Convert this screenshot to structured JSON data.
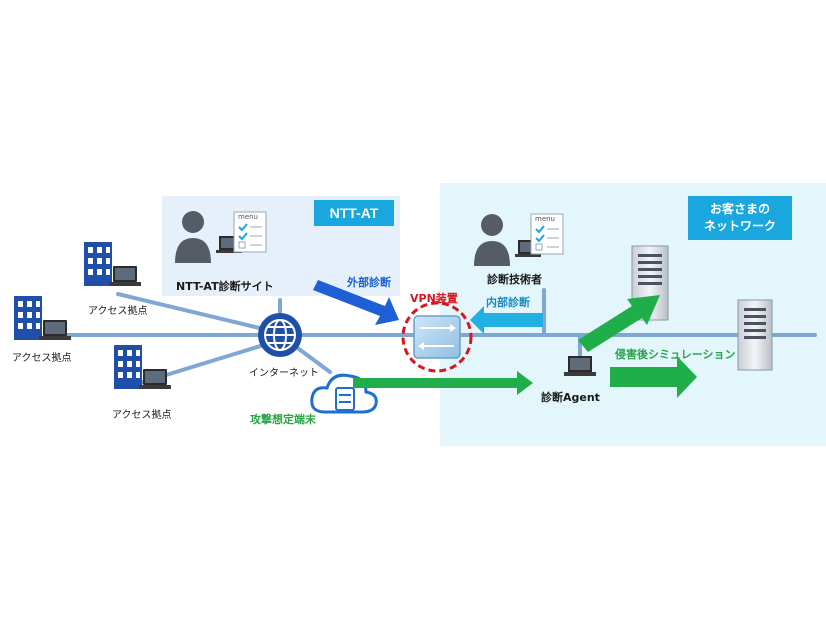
{
  "ntt_panel": {
    "badge": "NTT-AT",
    "site_label": "NTT-AT診断サイト",
    "menu_text": "menu"
  },
  "customer_panel": {
    "badge_line1": "お客さまの",
    "badge_line2": "ネットワーク"
  },
  "nodes": {
    "access_site_1": "アクセス拠点",
    "access_site_2": "アクセス拠点",
    "access_site_3": "アクセス拠点",
    "internet": "インターネット",
    "attack_terminal": "攻撃想定端末",
    "vpn": "VPN装置",
    "engineer": "診断技術者",
    "agent": "診断Agent",
    "engineer_menu_text": "menu"
  },
  "arrows": {
    "external": "外部診断",
    "internal": "内部診断",
    "post_intrusion": "侵害後シミュレーション"
  },
  "colors": {
    "ntt_panel_bg": "#e6f0fb",
    "customer_panel_bg": "#e2f6fb",
    "badge_bg": "#1aa7e0",
    "network_line": "#7fa7d4",
    "external_arrow": "#1f5fd6",
    "internal_arrow": "#22b0e2",
    "green_arrow": "#1fae4a",
    "vpn_ring": "#d9161f"
  }
}
